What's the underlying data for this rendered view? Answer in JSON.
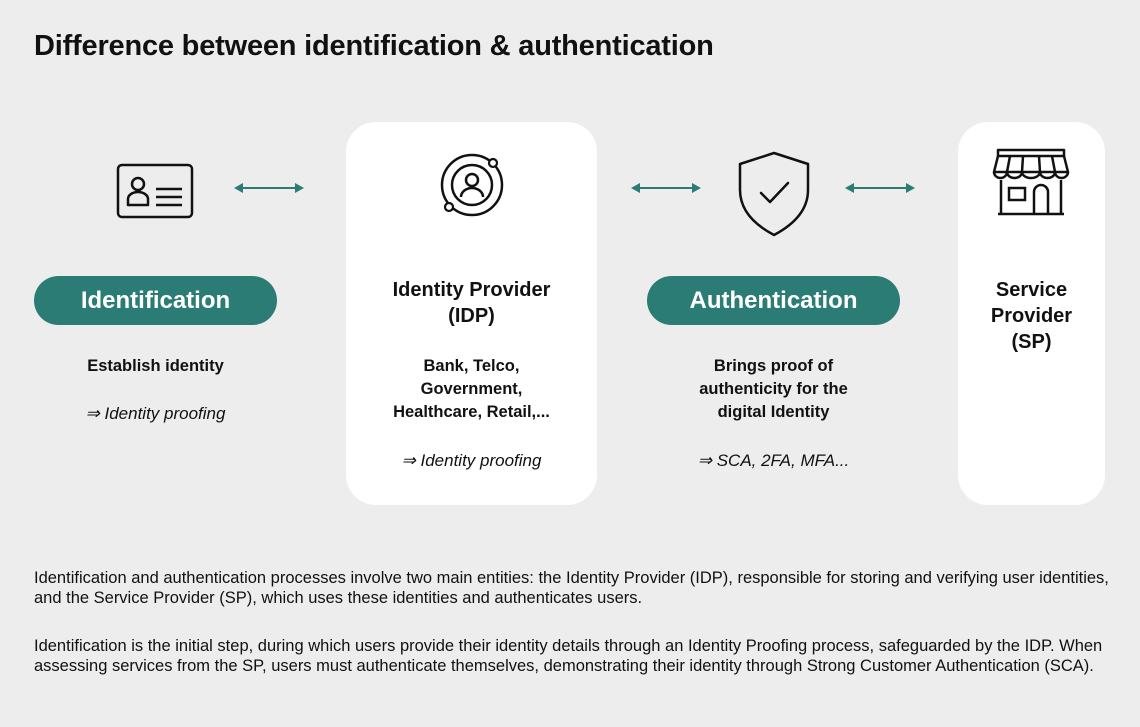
{
  "title": "Difference between identification & authentication",
  "columns": {
    "identification": {
      "icon": "id-card-icon",
      "pill_label": "Identification",
      "description": "Establish identity",
      "note": "⇒ Identity proofing"
    },
    "idp": {
      "icon": "user-orbit-icon",
      "heading_line1": "Identity Provider",
      "heading_line2": "(IDP)",
      "description_lines": [
        "Bank, Telco,",
        "Government,",
        "Healthcare, Retail,..."
      ],
      "note": "⇒ Identity proofing"
    },
    "authentication": {
      "icon": "shield-check-icon",
      "pill_label": "Authentication",
      "description_lines": [
        "Brings proof of",
        "authenticity for the",
        "digital Identity"
      ],
      "note": "⇒ SCA, 2FA, MFA..."
    },
    "sp": {
      "icon": "storefront-icon",
      "heading_lines": [
        "Service",
        "Provider",
        "(SP)"
      ]
    }
  },
  "paragraphs": [
    "Identification and authentication processes involve two main entities: the Identity Provider (IDP), responsible for storing and verifying user identities, and the Service Provider (SP), which uses these identities and authenticates users.",
    "Identification is the initial step, during which users provide their identity details through an Identity Proofing process, safeguarded by the IDP. When assessing services from the SP, users must authenticate themselves, demonstrating their identity through Strong Customer Authentication (SCA)."
  ],
  "colors": {
    "accent": "#2b7c74",
    "background": "#ededed",
    "card": "#ffffff"
  }
}
